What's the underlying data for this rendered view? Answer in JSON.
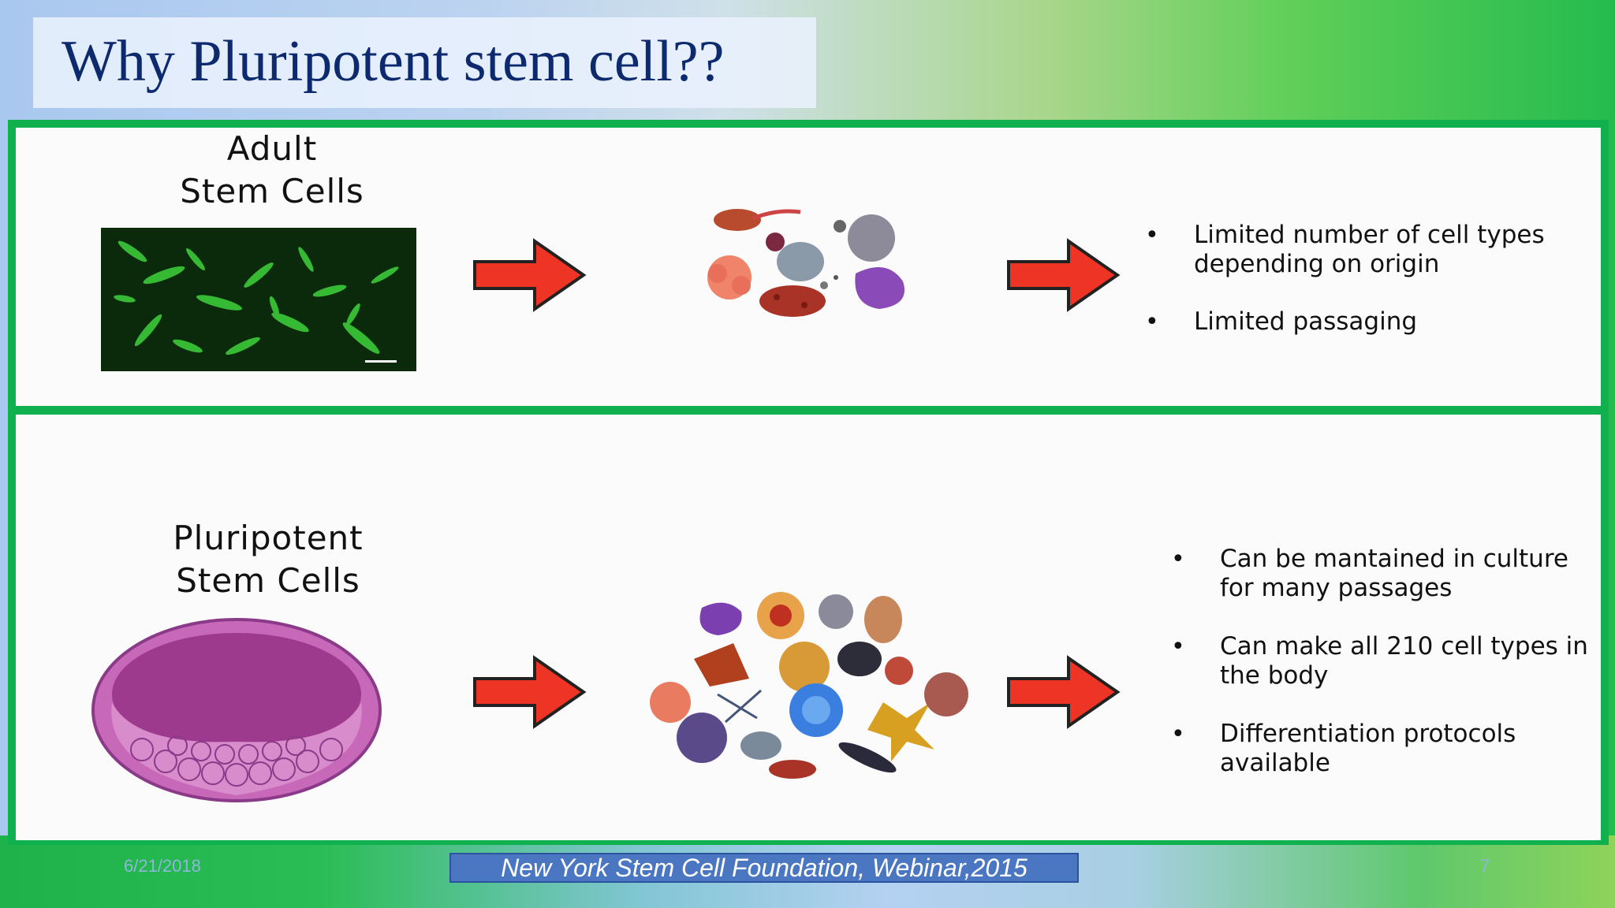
{
  "slide": {
    "title": "Why Pluripotent stem cell??",
    "date": "6/21/2018",
    "page_number": "7",
    "citation": "New York Stem Cell Foundation, Webinar,2015"
  },
  "top_panel": {
    "heading_line1": "Adult",
    "heading_line2": "Stem Cells",
    "bullets": [
      "Limited number of cell types depending on origin",
      "Limited passaging"
    ]
  },
  "bottom_panel": {
    "heading_line1": "Pluripotent",
    "heading_line2": "Stem Cells",
    "bullets": [
      "Can be mantained in culture for many passages",
      "Can make all 210 cell types in the body",
      "Differentiation protocols available"
    ]
  },
  "colors": {
    "title": "#0e2a6e",
    "frame": "#0fb04d",
    "arrow_fill": "#ee3424",
    "citation_bg": "#4b77c2"
  },
  "icons": [
    "red-arrow-icon",
    "cell-cluster-image",
    "microscopy-image",
    "blastocyst-image"
  ]
}
